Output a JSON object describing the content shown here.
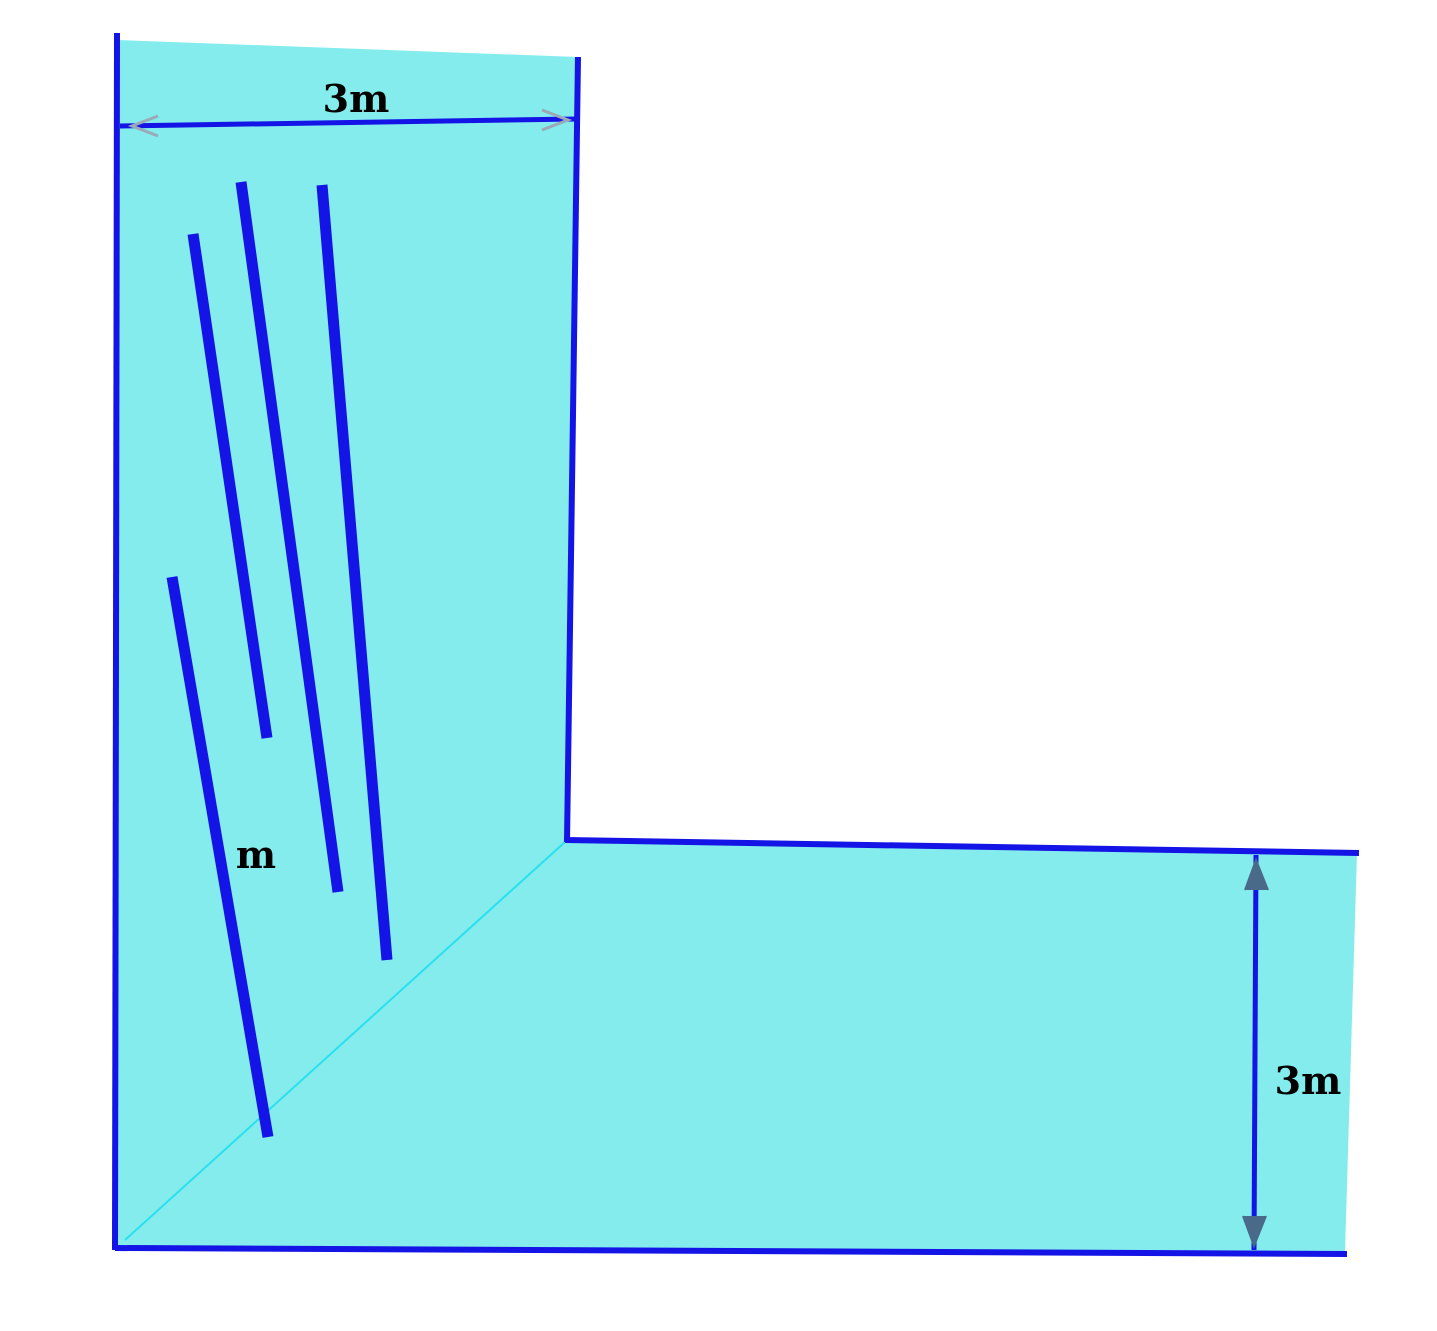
{
  "colors": {
    "fill": "#84ecec",
    "stroke": "#1414e6",
    "diagonal": "#28e0ef",
    "arrow": "#4a6a8a",
    "text": "#000000",
    "background": "#ffffff"
  },
  "labels": {
    "top_width": "3m",
    "right_height": "3m",
    "stroke_label": "m"
  }
}
